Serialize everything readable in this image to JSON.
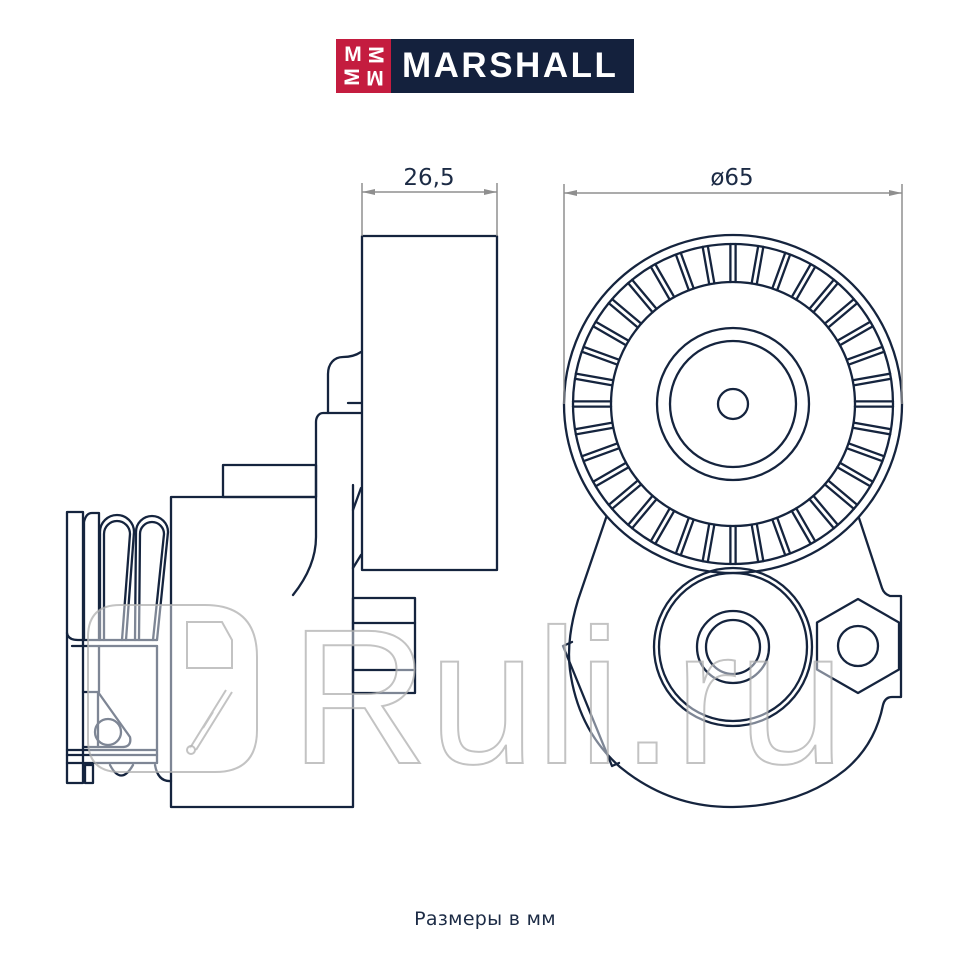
{
  "brand": {
    "name": "MARSHALL",
    "monogram_glyph": "M",
    "colors": {
      "red": "#c41c3f",
      "navy": "#14213d"
    }
  },
  "drawing": {
    "subject": "belt tensioner with pulley",
    "line_color": "#15243e",
    "dimension_color": "#8f8f8f",
    "side_view": {
      "dimension": {
        "label": "26,5",
        "value": 26.5,
        "unit": "mm",
        "type": "width"
      }
    },
    "front_view": {
      "dimension": {
        "label": "ø65",
        "value": 65,
        "unit": "mm",
        "type": "diameter"
      },
      "rib_count": 36
    }
  },
  "watermark": {
    "text": "Ruli.ru"
  },
  "caption": "Размеры в мм"
}
